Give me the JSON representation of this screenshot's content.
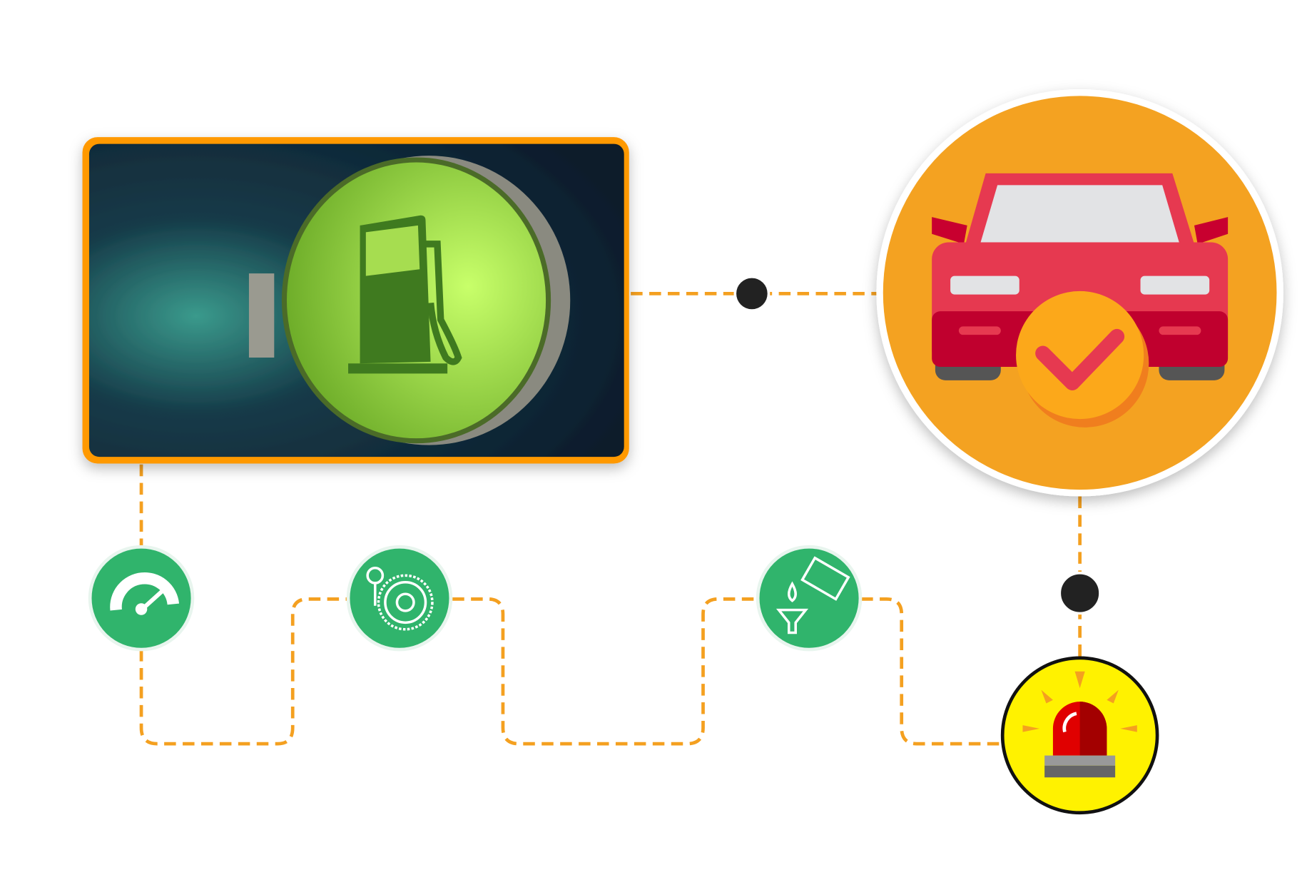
{
  "colors": {
    "connector": "#f4a020",
    "frame": "#ff9900",
    "node_green": "#30b46c",
    "car_circle": "#f4a221",
    "alarm_circle": "#fff200",
    "dot": "#222222"
  },
  "nodes": [
    {
      "id": "fuel",
      "icon": "fuel-pump-icon"
    },
    {
      "id": "car-check",
      "icon": "car-check-icon"
    },
    {
      "id": "speed",
      "icon": "speedometer-icon"
    },
    {
      "id": "tire",
      "icon": "tire-pressure-icon"
    },
    {
      "id": "oil",
      "icon": "oil-refill-icon"
    },
    {
      "id": "alarm",
      "icon": "siren-icon"
    }
  ]
}
